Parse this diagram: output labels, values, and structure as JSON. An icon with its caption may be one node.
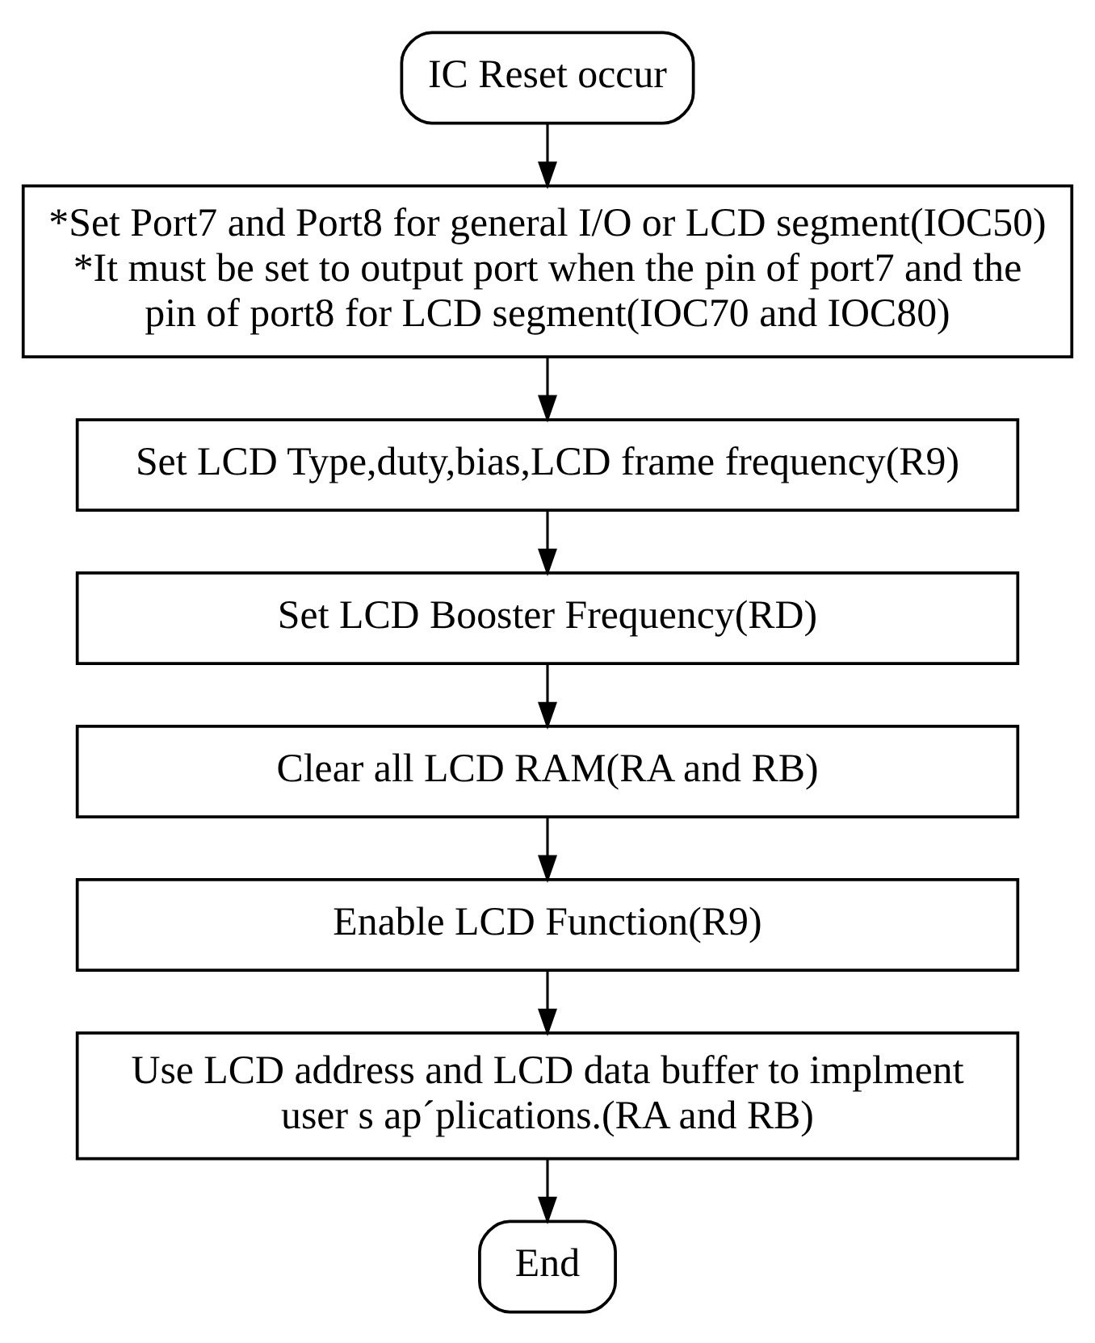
{
  "diagram": {
    "nodes": [
      {
        "text": [
          "IC Reset occur"
        ]
      },
      {
        "text": [
          "*Set Port7 and Port8 for general I/O or LCD segment(IOC50) *It must be set to output port when the pin of port7 and the pin of port8 for LCD segment(IOC70 and IOC80)"
        ]
      },
      {
        "text": [
          "Set LCD Type,duty,bias,LCD frame frequency(R9)"
        ]
      },
      {
        "text": [
          "Set LCD Booster Frequency(RD)"
        ]
      },
      {
        "text": [
          "Clear all LCD RAM(RA and RB)"
        ]
      },
      {
        "text": [
          "Enable LCD Function(R9)"
        ]
      },
      {
        "text": [
          "Use LCD address and LCD data buffer to implment user s ap´plications.(RA and RB)"
        ]
      },
      {
        "text": [
          "End"
        ]
      }
    ],
    "edges": [
      {
        "from": 0,
        "to": 1,
        "arrow": "to"
      },
      {
        "from": 1,
        "to": 2,
        "arrow": "to"
      },
      {
        "from": 2,
        "to": 3,
        "arrow": "to"
      },
      {
        "from": 3,
        "to": 4,
        "arrow": "to"
      },
      {
        "from": 4,
        "to": 5,
        "arrow": "to"
      },
      {
        "from": 5,
        "to": 6,
        "arrow": "to"
      },
      {
        "from": 6,
        "to": 7,
        "arrow": "to"
      }
    ]
  }
}
